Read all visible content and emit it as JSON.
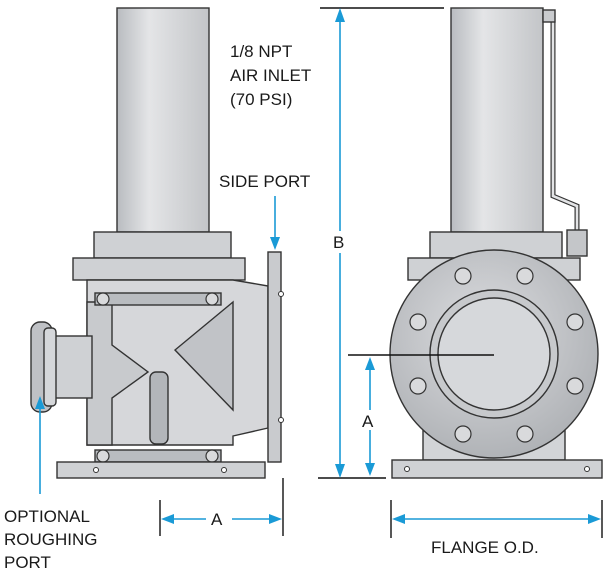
{
  "labels": {
    "air_inlet": [
      "1/8 NPT",
      "AIR INLET",
      "(70 PSI)"
    ],
    "side_port": "SIDE PORT",
    "dim_b": "B",
    "dim_a_vertical": "A",
    "dim_a_horizontal": "A",
    "roughing_port": [
      "OPTIONAL",
      "ROUGHING",
      "PORT"
    ],
    "flange_od": "FLANGE O.D."
  },
  "colors": {
    "metal_light": "#d9dadc",
    "metal_mid": "#c4c6c9",
    "metal_dark": "#a9acb0",
    "outline": "#333333",
    "dimension": "#1a9ad6"
  }
}
